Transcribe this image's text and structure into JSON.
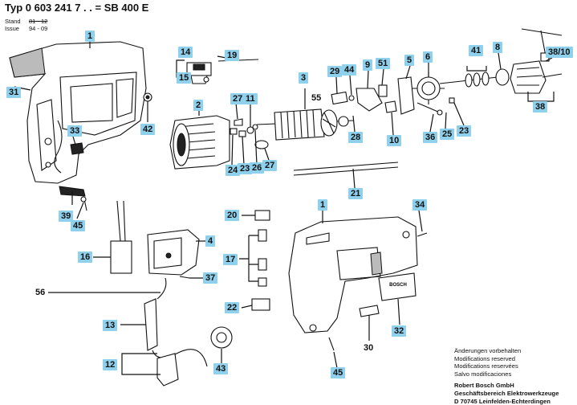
{
  "header": {
    "title": "Typ 0 603 241 7 . . = SB 400 E",
    "stand_label": "Stand",
    "stand_value": "81 - 12",
    "issue_label": "Issue",
    "issue_value": "94 - 09"
  },
  "callouts": {
    "c1a": "1",
    "c31": "31",
    "c33": "33",
    "c42": "42",
    "c39": "39",
    "c45a": "45",
    "c14": "14",
    "c15": "15",
    "c19": "19",
    "c2": "2",
    "c27a": "27",
    "c11": "11",
    "c24": "24",
    "c23a": "23",
    "c26": "26",
    "c27b": "27",
    "c3": "3",
    "c29": "29",
    "c44": "44",
    "c9": "9",
    "c51": "51",
    "c5": "5",
    "c6": "6",
    "c41": "41",
    "c8": "8",
    "c38_10": "38/10",
    "c38": "38",
    "c28": "28",
    "c10": "10",
    "c36": "36",
    "c25": "25",
    "c23b": "23",
    "c21": "21",
    "c1b": "1",
    "c34": "34",
    "c20": "20",
    "c17": "17",
    "c22": "22",
    "c4": "4",
    "c16": "16",
    "c37": "37",
    "c13": "13",
    "c12": "12",
    "c43": "43",
    "c32": "32",
    "c45b": "45"
  },
  "tags": {
    "t55": "55",
    "t56": "56",
    "t30": "30"
  },
  "labels": {
    "brand_plate": "BOSCH"
  },
  "footer": {
    "line1": "Änderungen vorbehalten",
    "line2": "Modifications reserved",
    "line3": "Modifications reservées",
    "line4": "Salvo modificaciones",
    "company1": "Robert Bosch GmbH",
    "company2": "Geschäftsbereich Elektrowerkzeuge",
    "company3": "D 70745 Leinfelden-Echterdingen"
  }
}
